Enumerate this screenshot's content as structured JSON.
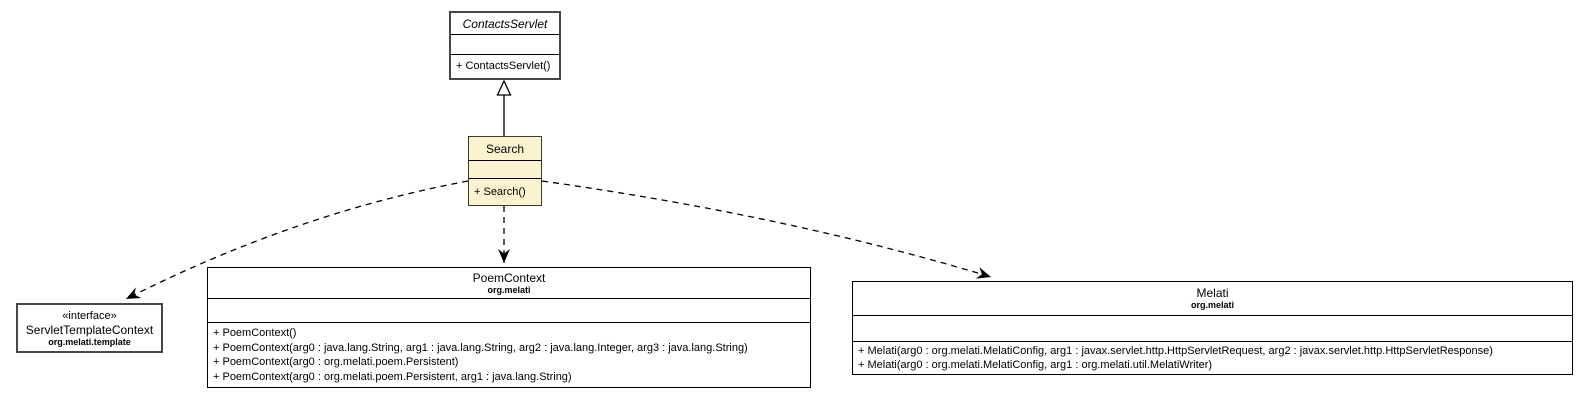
{
  "classes": {
    "contacts_servlet": {
      "name": "ContactsServlet",
      "abstract": true,
      "methods": [
        "+ ContactsServlet()"
      ]
    },
    "search": {
      "name": "Search",
      "methods": [
        "+ Search()"
      ]
    },
    "servlet_template_context": {
      "stereotype": "«interface»",
      "name": "ServletTemplateContext",
      "package": "org.melati.template"
    },
    "poem_context": {
      "name": "PoemContext",
      "package": "org.melati",
      "methods": [
        "+ PoemContext()",
        "+ PoemContext(arg0 : java.lang.String, arg1 : java.lang.String, arg2 : java.lang.Integer, arg3 : java.lang.String)",
        "+ PoemContext(arg0 : org.melati.poem.Persistent)",
        "+ PoemContext(arg0 : org.melati.poem.Persistent, arg1 : java.lang.String)"
      ]
    },
    "melati": {
      "name": "Melati",
      "package": "org.melati",
      "methods": [
        "+ Melati(arg0 : org.melati.MelatiConfig, arg1 : javax.servlet.http.HttpServletRequest, arg2 : javax.servlet.http.HttpServletResponse)",
        "+ Melati(arg0 : org.melati.MelatiConfig, arg1 : org.melati.util.MelatiWriter)"
      ]
    }
  },
  "relationships": [
    {
      "type": "generalization",
      "from": "Search",
      "to": "ContactsServlet"
    },
    {
      "type": "dependency",
      "from": "Search",
      "to": "PoemContext"
    },
    {
      "type": "dependency",
      "from": "Search",
      "to": "ServletTemplateContext"
    },
    {
      "type": "dependency",
      "from": "Search",
      "to": "Melati"
    }
  ],
  "colors": {
    "highlight_fill": "#fbf3cf",
    "box_fill": "#ffffff",
    "line": "#000000"
  }
}
